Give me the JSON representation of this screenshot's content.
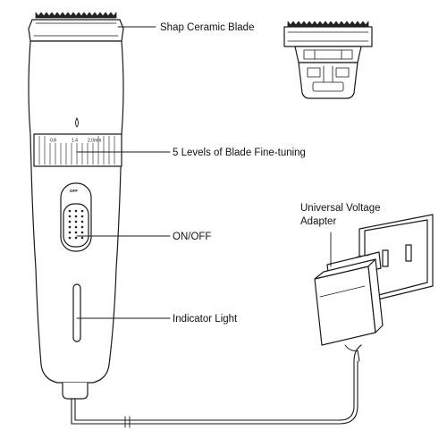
{
  "labels": {
    "blade": "Shap Ceramic Blade",
    "fine_tuning": "5 Levels of Blade Fine-tuning",
    "switch": "ON/OFF",
    "indicator": "Indicator Light",
    "adapter_line1": "Universal Voltage",
    "adapter_line2": "Adapter"
  },
  "dial": {
    "marks": [
      "0.8",
      "1.4",
      "2.0mm"
    ]
  },
  "switch": {
    "off_text": "OFF"
  }
}
